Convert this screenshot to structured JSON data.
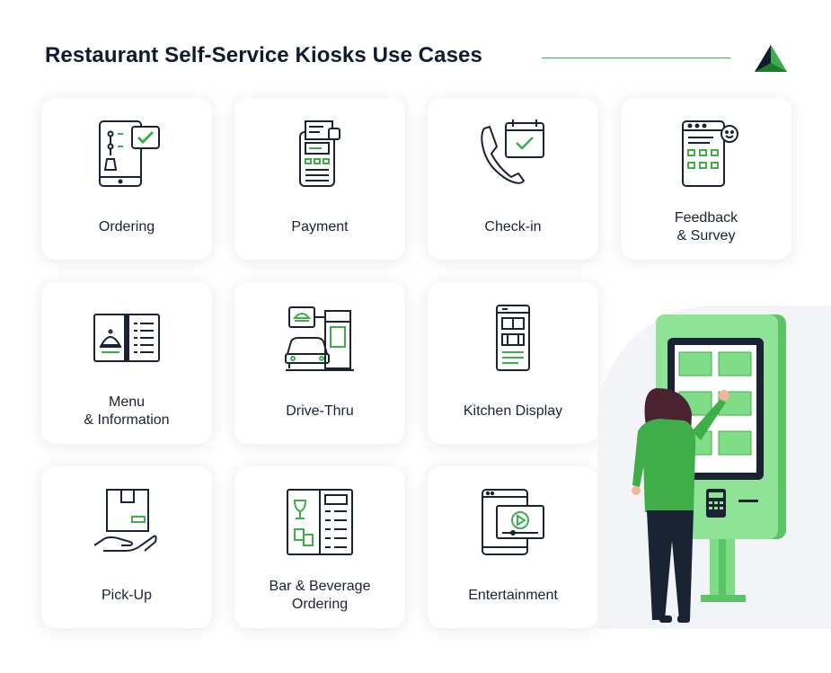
{
  "header": {
    "title": "Restaurant Self-Service Kiosks Use Cases",
    "logo_icon": "green-triangle-logo-icon",
    "accent_color": "#3fae49",
    "dark_color": "#0f1b2e"
  },
  "cards": [
    {
      "label": "Ordering",
      "icon": "tablet-order-icon"
    },
    {
      "label": "Payment",
      "icon": "payment-terminal-icon"
    },
    {
      "label": "Check-in",
      "icon": "phone-calendar-icon"
    },
    {
      "label": "Feedback\n& Survey",
      "icon": "feedback-survey-icon"
    },
    {
      "label": "Menu\n& Information",
      "icon": "menu-book-icon"
    },
    {
      "label": "Drive-Thru",
      "icon": "drive-thru-icon"
    },
    {
      "label": "Kitchen Display",
      "icon": "kitchen-display-icon"
    },
    {
      "label": "Pick-Up",
      "icon": "pickup-box-icon"
    },
    {
      "label": "Bar & Beverage\nOrdering",
      "icon": "bar-beverage-icon"
    },
    {
      "label": "Entertainment",
      "icon": "entertainment-video-icon"
    }
  ],
  "illustration": {
    "icon": "woman-using-kiosk-illustration",
    "kiosk_color": "#7fdc87"
  }
}
